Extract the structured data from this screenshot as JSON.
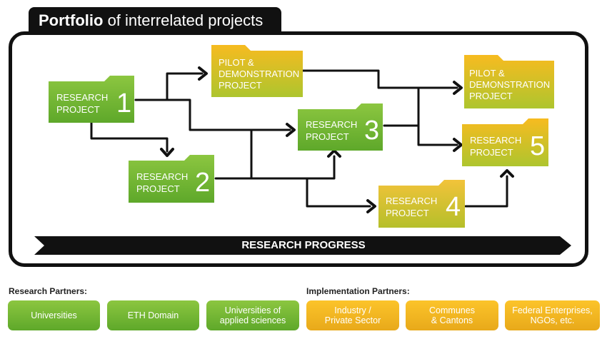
{
  "header": {
    "title_bold": "Portfolio",
    "title_rest": "of interrelated projects"
  },
  "projects": [
    {
      "id": "rp1",
      "label": "RESEARCH\nPROJECT",
      "number": "1",
      "kind": "research"
    },
    {
      "id": "rp2",
      "label": "RESEARCH\nPROJECT",
      "number": "2",
      "kind": "research"
    },
    {
      "id": "rp3",
      "label": "RESEARCH\nPROJECT",
      "number": "3",
      "kind": "research"
    },
    {
      "id": "rp4",
      "label": "RESEARCH\nPROJECT",
      "number": "4",
      "kind": "research"
    },
    {
      "id": "rp5",
      "label": "RESEARCH\nPROJECT",
      "number": "5",
      "kind": "pilot"
    },
    {
      "id": "pd1",
      "label": "PILOT &\nDEMONSTRATION\nPROJECT",
      "kind": "pilot"
    },
    {
      "id": "pd2",
      "label": "PILOT &\nDEMONSTRATION\nPROJECT",
      "kind": "pilot"
    }
  ],
  "progress": {
    "label": "RESEARCH PROGRESS"
  },
  "research_partners": {
    "title": "Research Partners:",
    "items": [
      "Universities",
      "ETH Domain",
      "Universities of\napplied sciences"
    ]
  },
  "implementation_partners": {
    "title": "Implementation Partners:",
    "items": [
      "Industry /\nPrivate Sector",
      "Communes\n& Cantons",
      "Federal Enterprises,\nNGOs, etc."
    ]
  },
  "colors": {
    "green": "#6db534",
    "yellow": "#f3b622",
    "dark": "#111111"
  }
}
